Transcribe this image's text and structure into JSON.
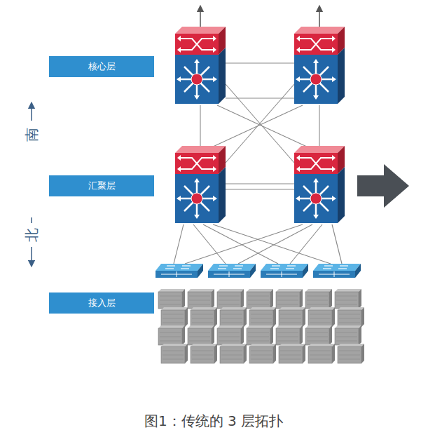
{
  "diagram": {
    "caption": "图1：传统的 3 层拓扑",
    "nodes": [
      {
        "text": [
          "核心层"
        ]
      },
      {
        "text": [
          "汇聚层"
        ]
      },
      {
        "text": [
          "接入层"
        ]
      }
    ],
    "labels": [
      "南",
      "北"
    ]
  }
}
